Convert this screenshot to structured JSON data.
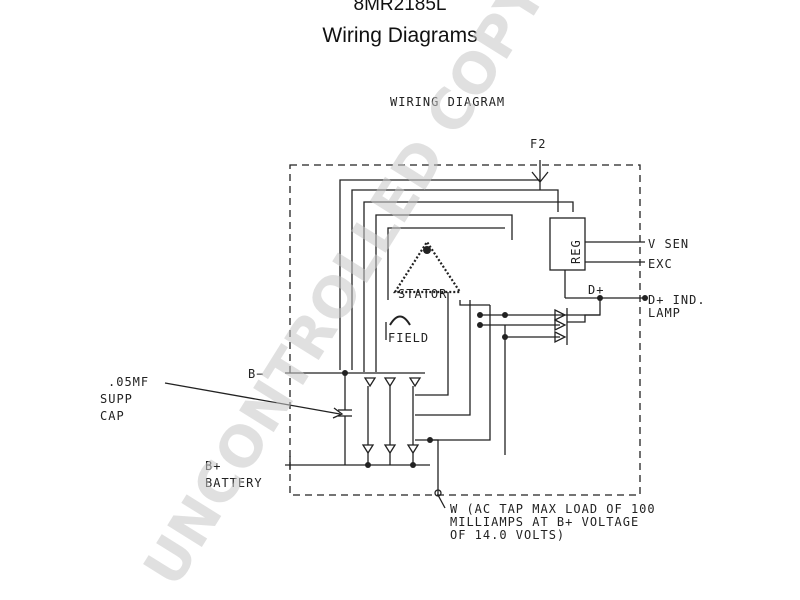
{
  "header": {
    "part_number": "8MR2185L",
    "subtitle": "Wiring Diagrams"
  },
  "diagram": {
    "title": "WIRING DIAGRAM",
    "labels": {
      "f2": "F2",
      "reg": "REG",
      "v_sen": "V SEN",
      "exc": "EXC",
      "d_plus_internal": "D+",
      "d_plus_ind": "D+ IND.",
      "lamp": "LAMP",
      "stator": "STATOR",
      "field": "FIELD",
      "b_minus": "B−",
      "cap_value": ".05MF",
      "cap_supp": "SUPP",
      "cap_cap": "CAP",
      "b_plus": "B+",
      "battery": "BATTERY",
      "w_line1": "W (AC TAP MAX LOAD OF 100",
      "w_line2": "MILLIAMPS AT B+ VOLTAGE",
      "w_line3": "OF 14.0 VOLTS)"
    }
  },
  "watermark": {
    "text": "UNCONTROLLED COPY",
    "color": "#c8c8c8"
  }
}
